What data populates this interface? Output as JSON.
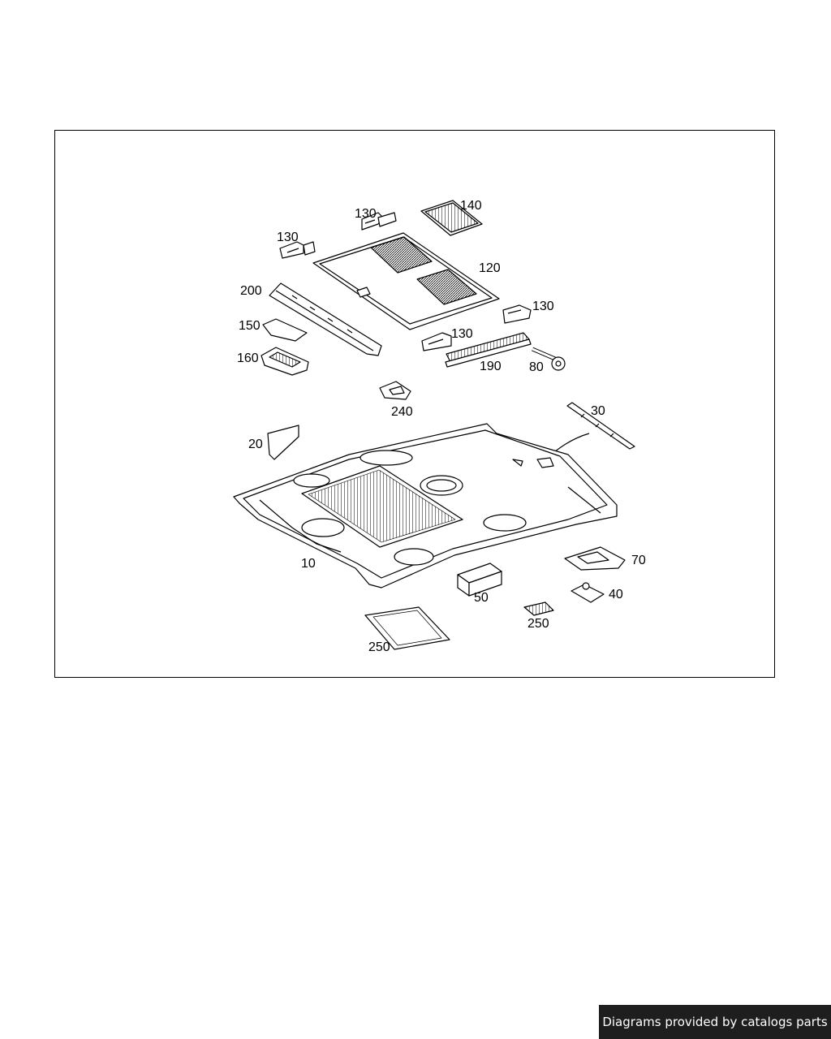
{
  "diagram": {
    "callouts": [
      {
        "id": "c130a",
        "label": "130"
      },
      {
        "id": "c130b",
        "label": "130"
      },
      {
        "id": "c140",
        "label": "140"
      },
      {
        "id": "c120",
        "label": "120"
      },
      {
        "id": "c200",
        "label": "200"
      },
      {
        "id": "c130c",
        "label": "130"
      },
      {
        "id": "c150",
        "label": "150"
      },
      {
        "id": "c130d",
        "label": "130"
      },
      {
        "id": "c160",
        "label": "160"
      },
      {
        "id": "c190",
        "label": "190"
      },
      {
        "id": "c80",
        "label": "80"
      },
      {
        "id": "c240",
        "label": "240"
      },
      {
        "id": "c30",
        "label": "30"
      },
      {
        "id": "c20",
        "label": "20"
      },
      {
        "id": "c10",
        "label": "10"
      },
      {
        "id": "c70",
        "label": "70"
      },
      {
        "id": "c40",
        "label": "40"
      },
      {
        "id": "c50",
        "label": "50"
      },
      {
        "id": "c250a",
        "label": "250"
      },
      {
        "id": "c250b",
        "label": "250"
      }
    ]
  },
  "footer": {
    "credit": "Diagrams provided by catalogs parts"
  }
}
